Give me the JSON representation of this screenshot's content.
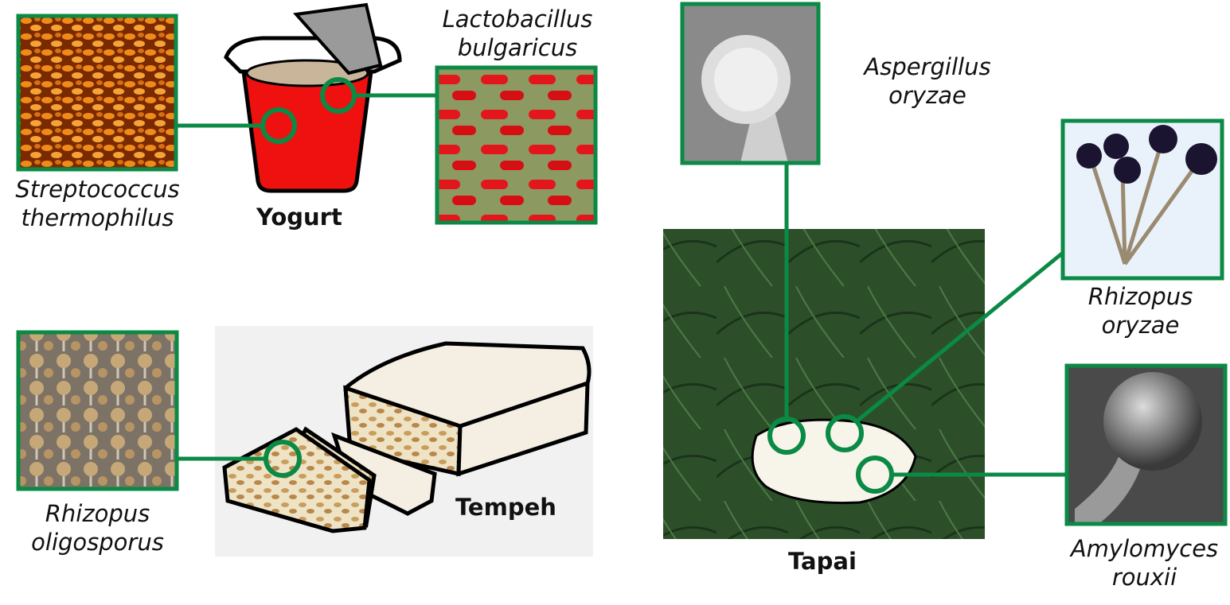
{
  "foods": {
    "yogurt": "Yogurt",
    "tempeh": "Tempeh",
    "tapai": "Tapai"
  },
  "organisms": {
    "streptococcus": {
      "line1": "Streptococcus",
      "line2": "thermophilus"
    },
    "lactobacillus": {
      "line1": "Lactobacillus",
      "line2": "bulgaricus"
    },
    "rhizopus_oligosporus": {
      "line1": "Rhizopus",
      "line2": "oligosporus"
    },
    "aspergillus": {
      "line1": "Aspergillus",
      "line2": "oryzae"
    },
    "rhizopus_oryzae": {
      "line1": "Rhizopus",
      "line2": "oryzae"
    },
    "amylomyces": {
      "line1": "Amylomyces",
      "line2": "rouxii"
    }
  },
  "colors": {
    "connector": "#0a8a45",
    "yogurt_cup": "#ef1010",
    "leaf": "#2f5a2e",
    "tempeh": "#f4efe2"
  }
}
